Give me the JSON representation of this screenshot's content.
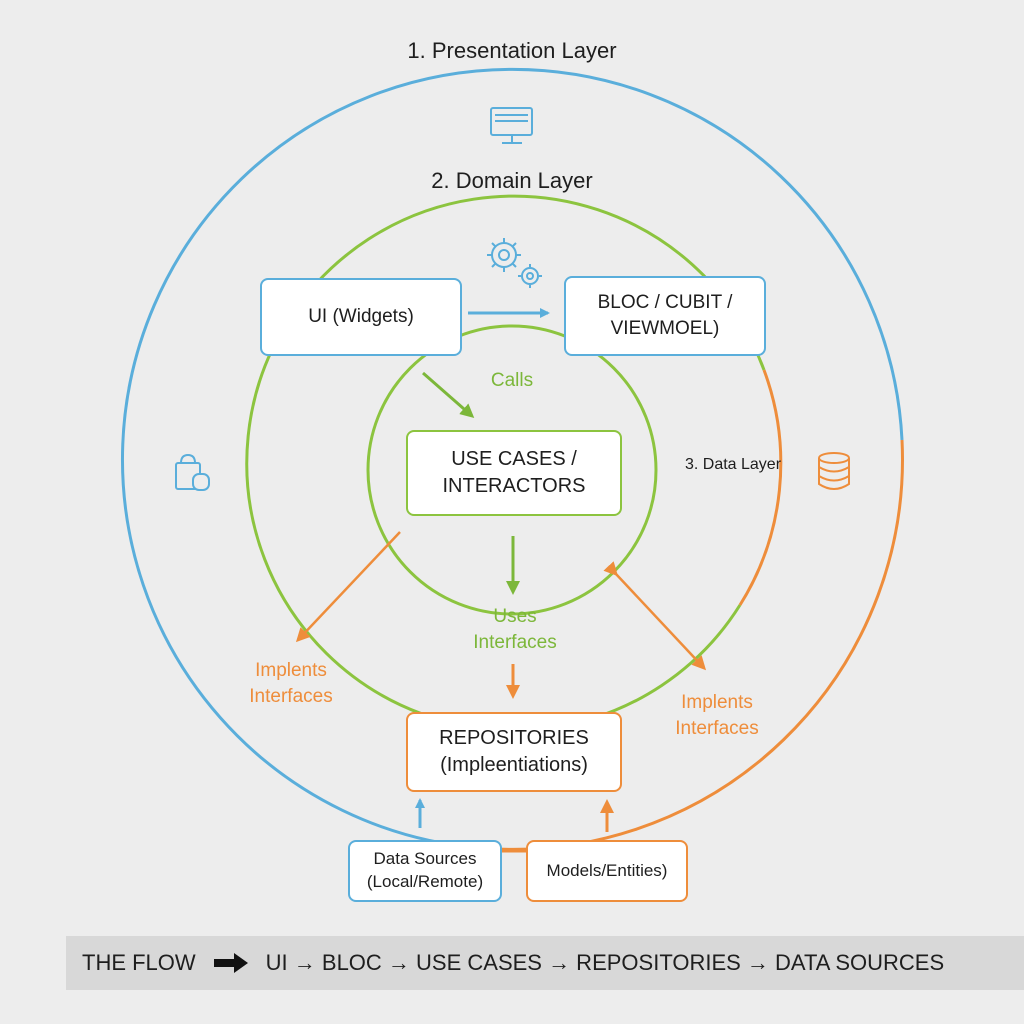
{
  "layers": {
    "presentation": "1. Presentation Layer",
    "domain": "2. Domain Layer",
    "data": "3. Data Layer"
  },
  "boxes": {
    "ui": [
      "UI (Widgets)"
    ],
    "bloc": [
      "BLOC / CUBIT /",
      "VIEWMOEL)"
    ],
    "use_cases": [
      "USE CASES /",
      "INTERACTORS"
    ],
    "repositories": [
      "REPOSITORIES",
      "(Impleentiations)"
    ],
    "data_sources": [
      "Data Sources",
      "(Local/Remote)"
    ],
    "models": [
      "Models/Entities)"
    ]
  },
  "edge_labels": {
    "calls": "Calls",
    "uses": [
      "Uses",
      "Interfaces"
    ],
    "implements_left": [
      "Implents",
      "Interfaces"
    ],
    "implements_right": [
      "Implents",
      "Interfaces"
    ]
  },
  "flow": {
    "title": "THE FLOW",
    "sequence": "UI → BLOC → USE CASES → REPOSITORIES → DATA SOURCES"
  },
  "icons": {
    "presentation": "monitor-icon",
    "domain": "gears-icon",
    "data": "database-icon",
    "left": "bag-icon"
  },
  "colors": {
    "presentation": "#5aaedb",
    "domain": "#8cc43f",
    "data": "#ee8d3b",
    "text": "#1e1e1e",
    "flow_bar": "#d8d8d8"
  }
}
